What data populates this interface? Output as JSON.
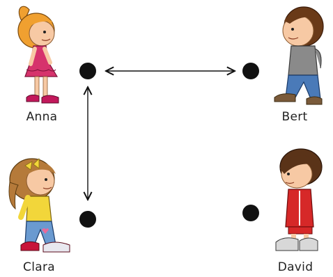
{
  "children": [
    {
      "name": "Anna"
    },
    {
      "name": "Bert"
    },
    {
      "name": "Clara"
    },
    {
      "name": "David"
    }
  ],
  "connections": [
    {
      "from": "Anna",
      "to": "Bert",
      "style": "double-arrow"
    },
    {
      "from": "Anna",
      "to": "Clara",
      "style": "double-arrow"
    }
  ],
  "colors": {
    "dot": "#111111",
    "arrow": "#111111",
    "label": "#222222",
    "anna_dress": "#d6336c",
    "anna_hair": "#f0a030",
    "bert_shirt": "#8a8a8a",
    "bert_pants": "#4a7ab8",
    "clara_shirt": "#f2d63a",
    "clara_pants": "#6a9ad0",
    "clara_hair": "#b57a3a",
    "david_shirt": "#d62828",
    "david_hair": "#5a3318",
    "skin": "#f7c9a4"
  }
}
